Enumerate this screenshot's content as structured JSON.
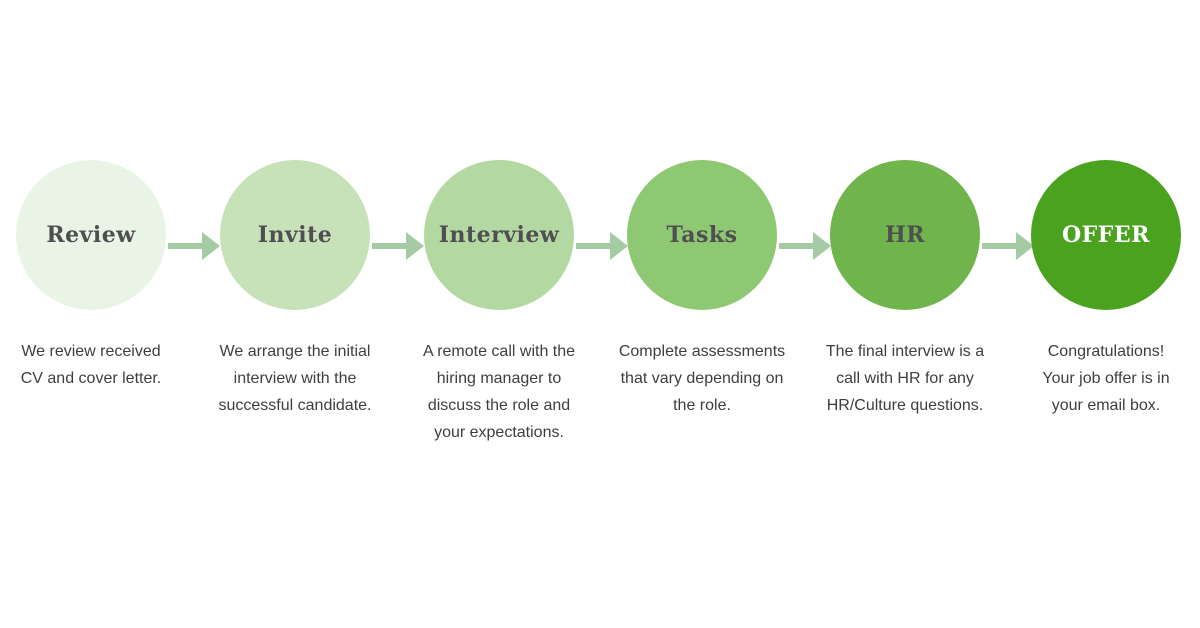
{
  "flow": {
    "arrow_color": "#A5CBA4",
    "description_color": "#3E3E3E",
    "steps": [
      {
        "label": "Review",
        "label_color": "#4F4F51",
        "circle_color": "#EAF4E6",
        "description": "We review received\nCV and cover letter."
      },
      {
        "label": "Invite",
        "label_color": "#4F4F51",
        "circle_color": "#C7E2B9",
        "description": "We arrange the initial\ninterview with the\nsuccessful candidate."
      },
      {
        "label": "Interview",
        "label_color": "#4F4F51",
        "circle_color": "#B3D8A1",
        "description": "A remote call with the\nhiring manager to\ndiscuss the role and\nyour expectations."
      },
      {
        "label": "Tasks",
        "label_color": "#4F4F51",
        "circle_color": "#8FC873",
        "description": "Complete assessments\nthat vary depending on\nthe role."
      },
      {
        "label": "HR",
        "label_color": "#4F4F51",
        "circle_color": "#70B44C",
        "description": "The final interview is a\ncall with HR for any\nHR/Culture questions."
      },
      {
        "label": "OFFER",
        "label_color": "#FFFFFF",
        "circle_color": "#4AA21F",
        "description": "Congratulations!\nYour job offer is in\nyour email box."
      }
    ]
  }
}
